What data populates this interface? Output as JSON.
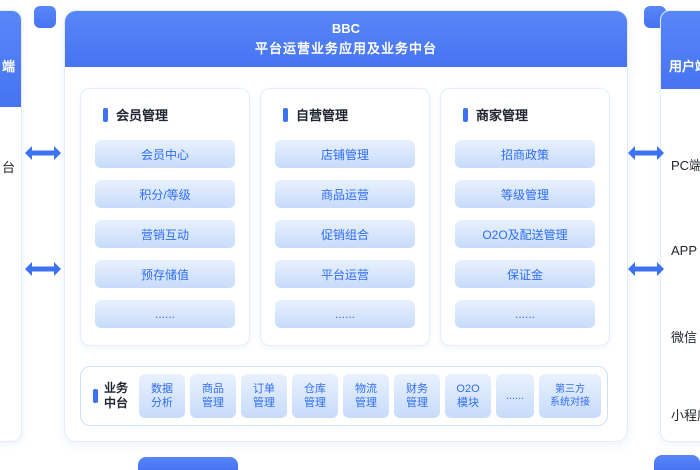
{
  "colors": {
    "accent": "#4d7df6",
    "arrow": "#3d73f3",
    "pill_text": "#2f6ef4",
    "pill_bg_top": "#e9f1fe",
    "pill_bg_bottom": "#c7dbfa",
    "title_text": "#1f2430"
  },
  "center_header": {
    "line1": "BBC",
    "line2": "平台运营业务应用及业务中台"
  },
  "columns": [
    {
      "title": "会员管理",
      "items": [
        "会员中心",
        "积分/等级",
        "营销互动",
        "预存储值",
        "......"
      ]
    },
    {
      "title": "自营管理",
      "items": [
        "店铺管理",
        "商品运营",
        "促销组合",
        "平台运营",
        "......"
      ]
    },
    {
      "title": "商家管理",
      "items": [
        "招商政策",
        "等级管理",
        "O2O及配送管理",
        "保证金",
        "......"
      ]
    }
  ],
  "middle_platform": {
    "label": [
      "业务",
      "中台"
    ],
    "items": [
      [
        "数据",
        "分析"
      ],
      [
        "商品",
        "管理"
      ],
      [
        "订单",
        "管理"
      ],
      [
        "仓库",
        "管理"
      ],
      [
        "物流",
        "管理"
      ],
      [
        "财务",
        "管理"
      ],
      [
        "O2O",
        "模块"
      ],
      [
        "......"
      ],
      [
        "第三方",
        "系统对接"
      ]
    ]
  },
  "left_panel": {
    "header": "端",
    "items": [
      "台"
    ]
  },
  "right_panel": {
    "header": "用户端",
    "items": [
      "PC端",
      "APP",
      "微信",
      "小程序"
    ]
  }
}
